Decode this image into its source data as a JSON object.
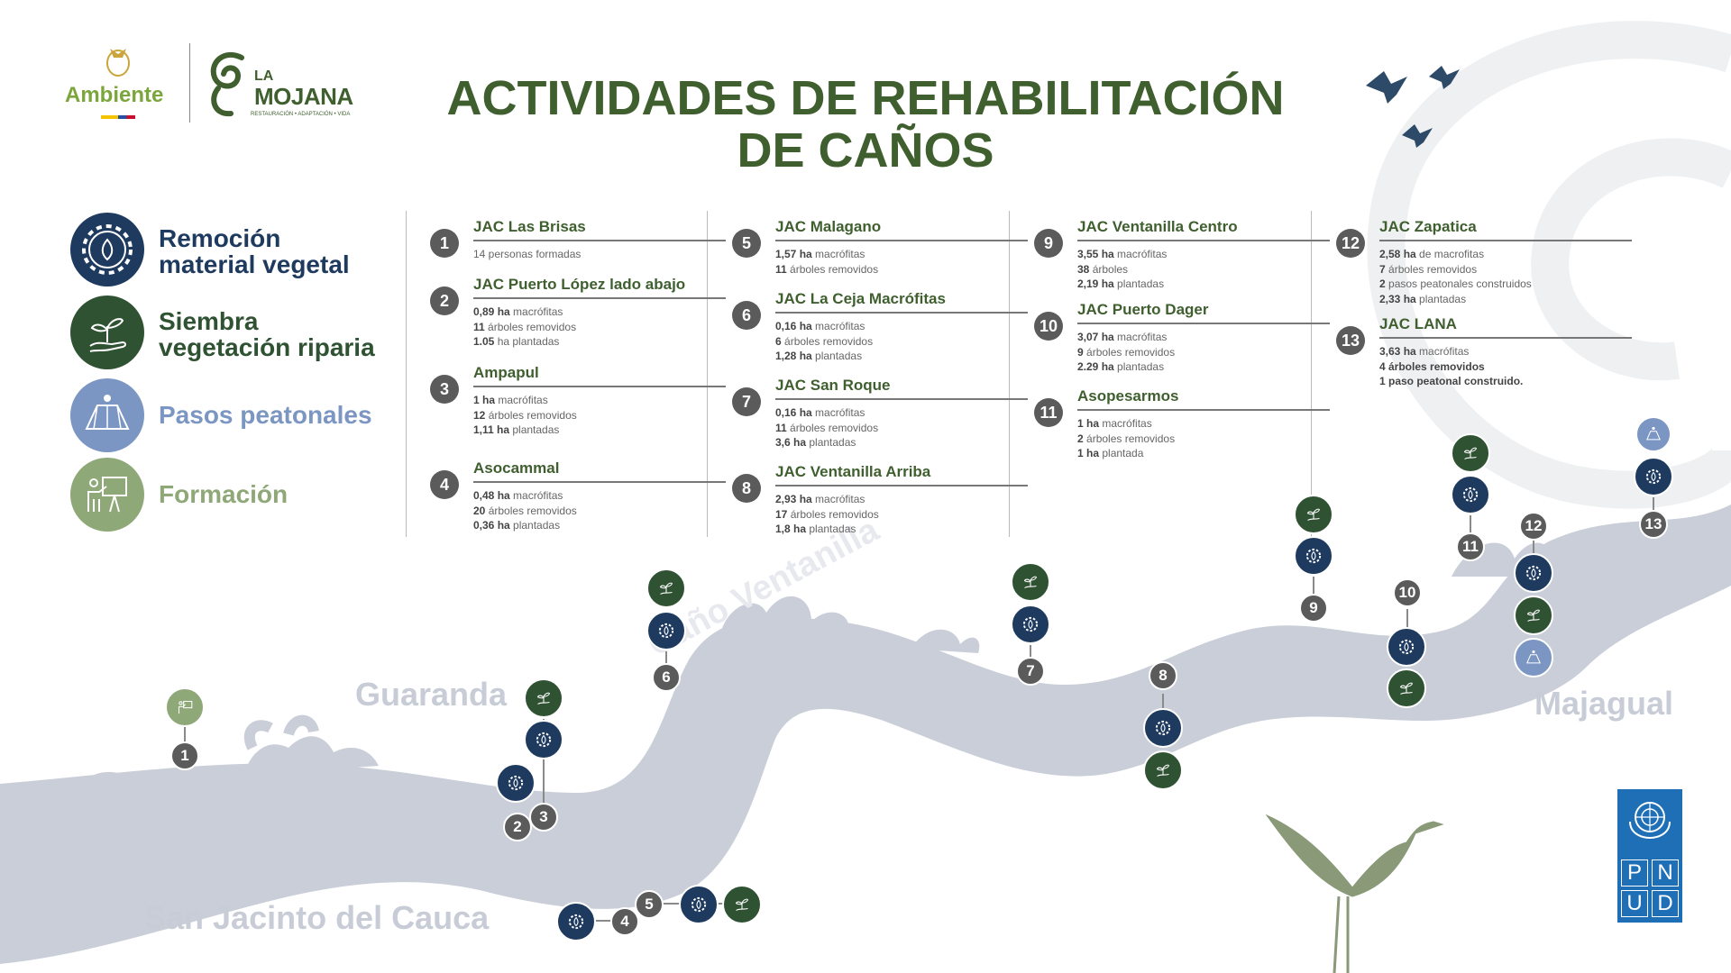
{
  "title": {
    "line1": "ACTIVIDADES DE REHABILITACIÓN",
    "line2": "DE CAÑOS"
  },
  "logos": {
    "ambiente": "Ambiente",
    "la": "LA",
    "mojana": "MOJANA",
    "mojana_sub": "RESTAURACIÓN • ADAPTACIÓN • VIDA",
    "pnud": [
      "P",
      "N",
      "U",
      "D"
    ]
  },
  "legend": [
    {
      "line1": "Remoción",
      "line2": "material vegetal",
      "color": "#1e3a5f",
      "icon": "gear-leaf-icon"
    },
    {
      "line1": "Siembra",
      "line2": "vegetación riparia",
      "color": "#2f5233",
      "icon": "seedling-hand-icon"
    },
    {
      "line1": "Pasos peatonales",
      "line2": "",
      "color": "#7b96c2",
      "icon": "pedestrian-bridge-icon"
    },
    {
      "line1": "Formación",
      "line2": "",
      "color": "#8fa878",
      "icon": "teacher-board-icon"
    }
  ],
  "entries": [
    {
      "n": "1",
      "name": "JAC Las Brisas",
      "lines": [
        [
          "",
          "14 personas formadas"
        ]
      ]
    },
    {
      "n": "2",
      "name": "JAC Puerto López lado abajo",
      "lines": [
        [
          "0,89 ha",
          " macrófitas"
        ],
        [
          "11",
          " árboles removidos"
        ],
        [
          "1.05",
          " ha plantadas"
        ]
      ]
    },
    {
      "n": "3",
      "name": "Ampapul",
      "lines": [
        [
          "1 ha",
          " macrófitas"
        ],
        [
          "12",
          " árboles removidos"
        ],
        [
          "1,11 ha",
          " plantadas"
        ]
      ]
    },
    {
      "n": "4",
      "name": "Asocammal",
      "lines": [
        [
          "0,48 ha",
          " macrófitas"
        ],
        [
          "20",
          " árboles removidos"
        ],
        [
          "0,36 ha",
          " plantadas"
        ]
      ]
    },
    {
      "n": "5",
      "name": "JAC Malagano",
      "lines": [
        [
          "1,57 ha",
          " macrófitas"
        ],
        [
          "11",
          " árboles removidos"
        ]
      ]
    },
    {
      "n": "6",
      "name": "JAC La Ceja Macrófitas",
      "lines": [
        [
          "0,16 ha",
          " macrófitas"
        ],
        [
          "6",
          " árboles removidos"
        ],
        [
          "1,28 ha",
          " plantadas"
        ]
      ]
    },
    {
      "n": "7",
      "name": "JAC San Roque",
      "lines": [
        [
          "0,16  ha",
          " macrófitas"
        ],
        [
          "11",
          " árboles removidos"
        ],
        [
          "3,6 ha",
          " plantadas"
        ]
      ]
    },
    {
      "n": "8",
      "name": "JAC Ventanilla Arriba",
      "lines": [
        [
          "2,93 ha",
          " macrófitas"
        ],
        [
          "17",
          " árboles removidos"
        ],
        [
          "1,8 ha",
          " plantadas"
        ]
      ]
    },
    {
      "n": "9",
      "name": "JAC Ventanilla Centro",
      "lines": [
        [
          "3,55 ha",
          " macrófitas"
        ],
        [
          "38",
          " árboles"
        ],
        [
          "2,19 ha",
          " plantadas"
        ]
      ]
    },
    {
      "n": "10",
      "name": "JAC Puerto Dager",
      "lines": [
        [
          "3,07 ha",
          " macrófitas"
        ],
        [
          "9",
          " árboles removidos"
        ],
        [
          "2.29 ha",
          " plantadas"
        ]
      ]
    },
    {
      "n": "11",
      "name": "Asopesarmos",
      "lines": [
        [
          "1 ha",
          " macrófitas"
        ],
        [
          "2",
          " árboles removidos"
        ],
        [
          "1 ha",
          " plantada"
        ]
      ]
    },
    {
      "n": "12",
      "name": "JAC Zapatica",
      "lines": [
        [
          "2,58 ha",
          " de macrofitas"
        ],
        [
          "7",
          " árboles  removidos"
        ],
        [
          "2",
          " pasos peatonales construidos"
        ],
        [
          "2,33 ha",
          " plantadas"
        ]
      ]
    },
    {
      "n": "13",
      "name": "JAC LANA",
      "lines": [
        [
          "3,63 ha",
          " macrófitas"
        ],
        [
          "4 árboles removidos",
          ""
        ],
        [
          "1 paso peatonal construido.",
          ""
        ]
      ]
    }
  ],
  "places": {
    "guaranda": "Guaranda",
    "majagual": "Majagual",
    "sanjacinto": "San Jacinto del Cauca",
    "cano": "Caño Ventanilla"
  },
  "map_numbers": [
    "1",
    "2",
    "3",
    "4",
    "5",
    "6",
    "7",
    "8",
    "9",
    "10",
    "11",
    "12",
    "13"
  ],
  "colors": {
    "title": "#3f5f2f",
    "remocion": "#1e3a5f",
    "siembra": "#2f5233",
    "pasos": "#7b96c2",
    "formacion": "#8fa878",
    "river": "#c9ced8",
    "badge": "#5b5b5b"
  }
}
